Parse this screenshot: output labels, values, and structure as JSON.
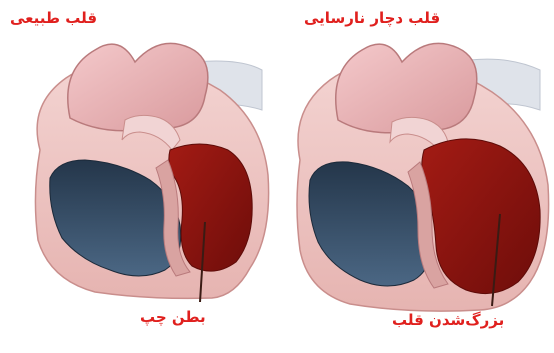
{
  "labels": {
    "normal_heart": "قلب طبیعی",
    "failing_heart": "قلب دچار نارسایی",
    "left_ventricle": "بطن چپ",
    "enlarged_heart": "بزرگ‌شدن قلب"
  },
  "colors": {
    "label_red": "#e0201e",
    "myocardium": "#f0c4c0",
    "aorta": "#ecb4b6",
    "left_ventricle_blood": "#8a1410",
    "right_ventricle_blood": "#2c3f55",
    "pointer_line": "#3a1b14"
  }
}
